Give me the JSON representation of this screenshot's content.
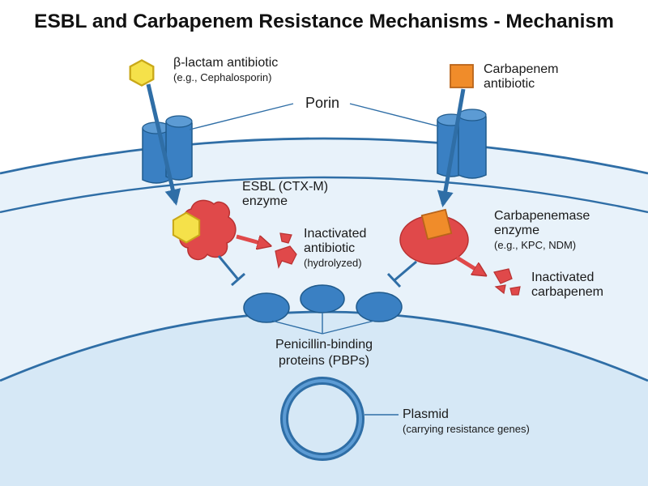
{
  "title": "ESBL and Carbapenem Resistance Mechanisms - Mechanism",
  "labels": {
    "beta_lactam_line1": "β-lactam antibiotic",
    "beta_lactam_line2": "(e.g., Cephalosporin)",
    "carbapenem_line1": "Carbapenem",
    "carbapenem_line2": "antibiotic",
    "porin": "Porin",
    "esbl_line1": "ESBL (CTX-M)",
    "esbl_line2": "enzyme",
    "inactivated_ab_line1": "Inactivated",
    "inactivated_ab_line2": "antibiotic",
    "inactivated_ab_line3": "(hydrolyzed)",
    "carbapenemase_line1": "Carbapenemase",
    "carbapenemase_line2": "enzyme",
    "carbapenemase_line3": "(e.g., KPC, NDM)",
    "inactivated_carb_line1": "Inactivated",
    "inactivated_carb_line2": "carbapenem",
    "pbp_line1": "Penicillin-binding",
    "pbp_line2": "proteins (PBPs)",
    "plasmid_line1": "Plasmid",
    "plasmid_line2": "(carrying resistance genes)"
  },
  "colors": {
    "membrane_line": "#2f6ea6",
    "periplasm_fill": "#e6f1fa",
    "cytoplasm_fill": "#d5e7f5",
    "protein_blue": "#3a80c3",
    "enzyme_red": "#e0494a",
    "beta_lactam_yellow": "#f5e14a",
    "carbapenem_orange": "#f08c2a"
  }
}
